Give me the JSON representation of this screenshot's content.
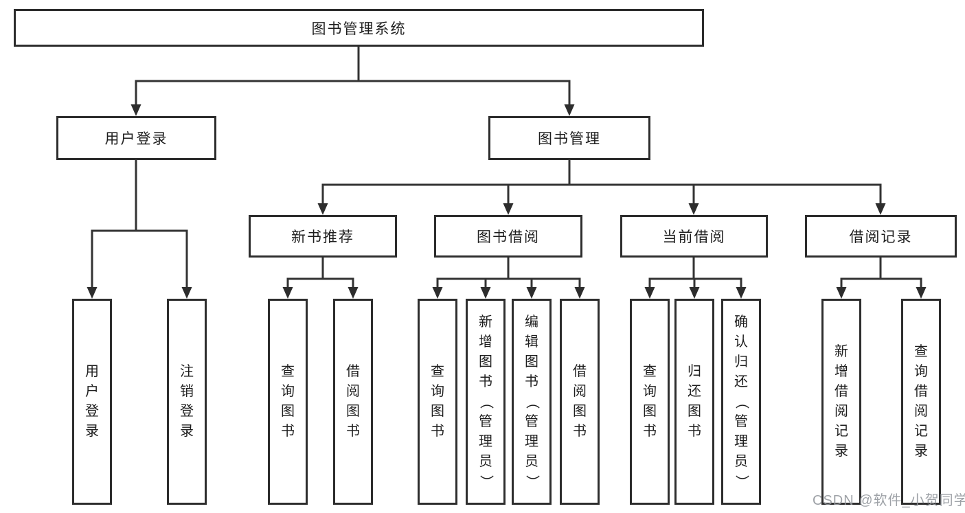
{
  "diagram": {
    "root_label": "图书管理系统",
    "level2": {
      "user_login": {
        "label": "用户登录",
        "children": [
          {
            "label": "用户登录"
          },
          {
            "label": "注销登录"
          }
        ]
      },
      "book_mgmt": {
        "label": "图书管理",
        "modules": [
          {
            "label": "新书推荐",
            "children": [
              {
                "label": "查询图书"
              },
              {
                "label": "借阅图书"
              }
            ]
          },
          {
            "label": "图书借阅",
            "children": [
              {
                "label": "查询图书"
              },
              {
                "label": "新增图书（管理员）"
              },
              {
                "label": "编辑图书（管理员）"
              },
              {
                "label": "借阅图书"
              }
            ]
          },
          {
            "label": "当前借阅",
            "children": [
              {
                "label": "查询图书"
              },
              {
                "label": "归还图书"
              },
              {
                "label": "确认归还（管理员）"
              }
            ]
          },
          {
            "label": "借阅记录",
            "children": [
              {
                "label": "新增借阅记录"
              },
              {
                "label": "查询借阅记录"
              }
            ]
          }
        ]
      }
    }
  },
  "watermark": {
    "text": "CSDN @软件_小贺同学"
  }
}
